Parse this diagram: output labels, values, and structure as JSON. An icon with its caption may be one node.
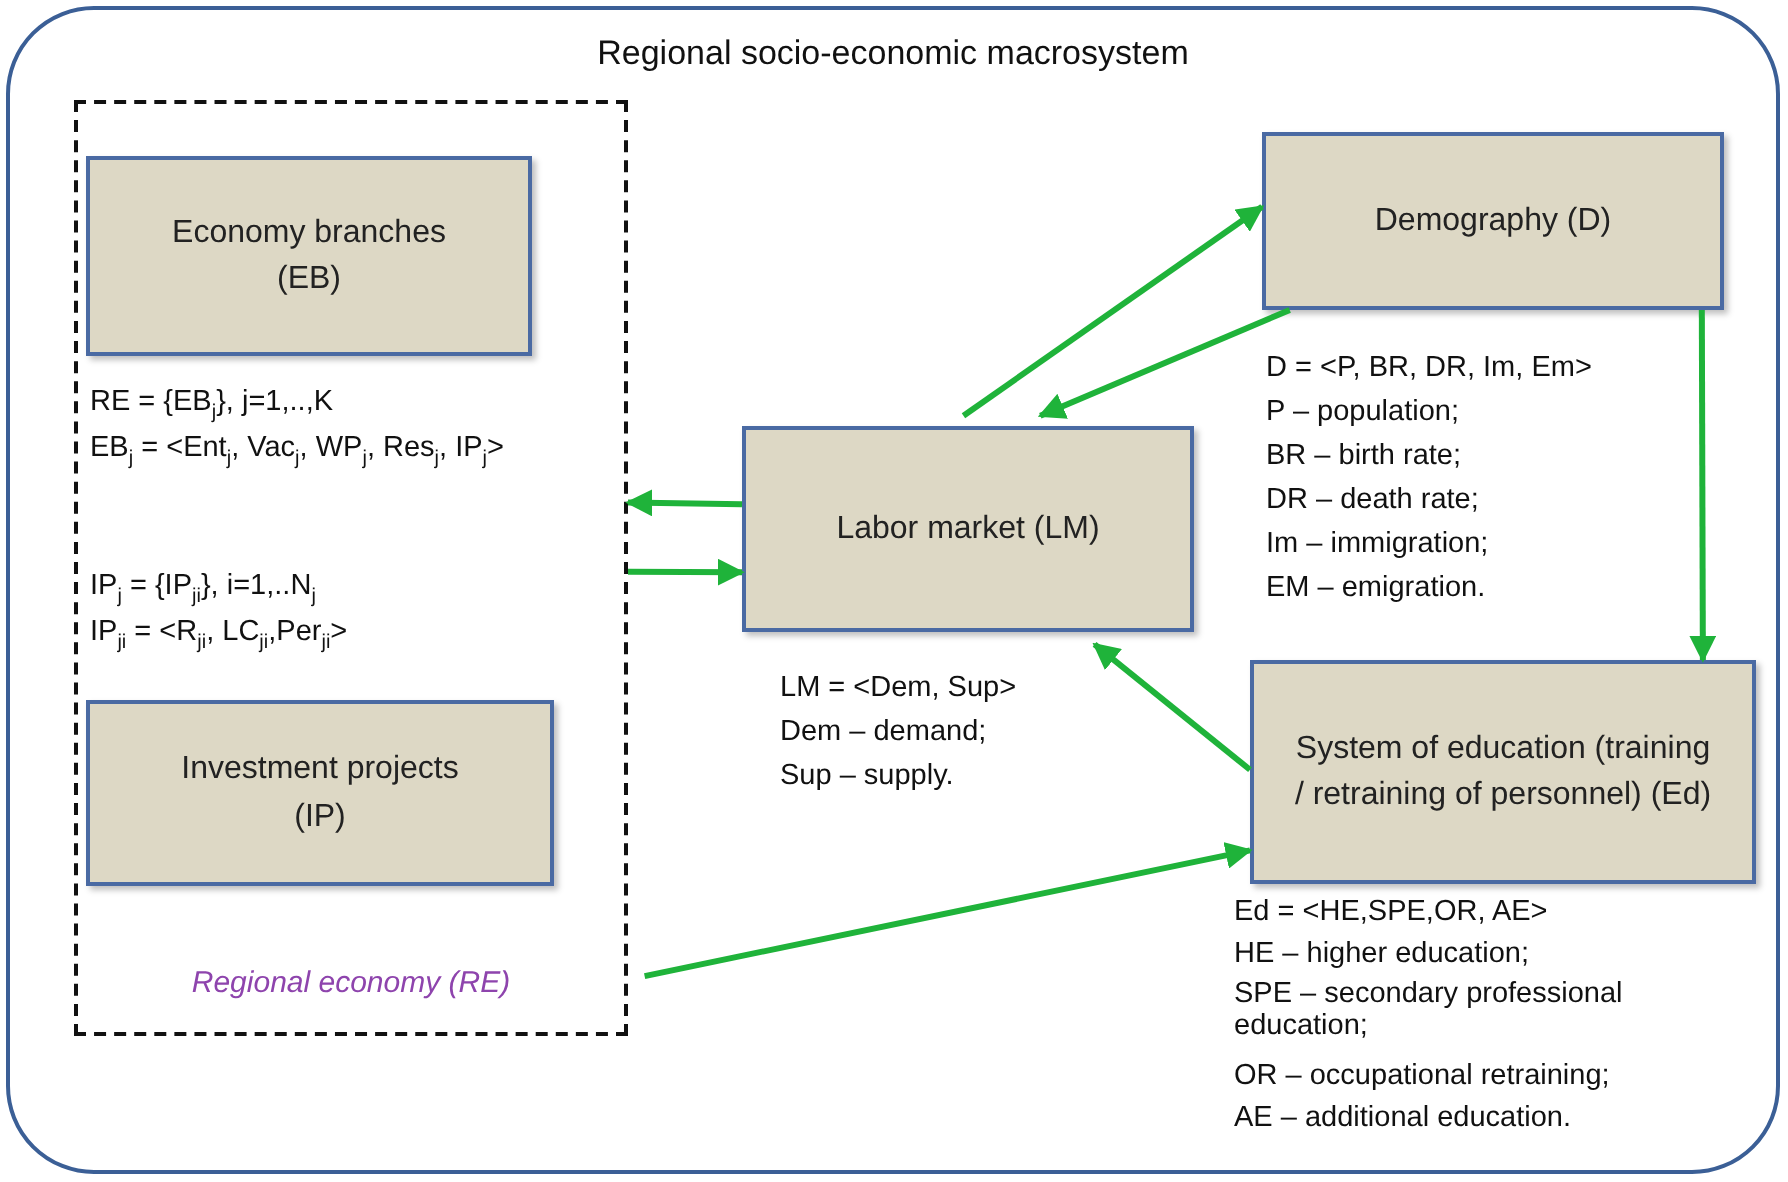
{
  "diagram": {
    "nodes": [
      {
        "text": [
          "Regional socio-economic macrosystem"
        ]
      },
      {
        "text": [
          "Regional economy (RE)"
        ],
        "in": 0
      },
      {
        "text": [
          "Economy branches (EB)"
        ],
        "in": 1,
        "beside": [
          "RE = {EB$_{j}$}, j=1,..,K",
          "EB$_{j}$ = <Ent$_{j}$, Vac$_{j}$, WP$_{j}$, Res$_{j}$, IP$_{j}$>"
        ]
      },
      {
        "text": [
          "Investment projects (IP)"
        ],
        "in": 1,
        "beside": [
          "IP$_{j}$ = {IP$_{ji}$}, i=1,..N$_{j}$",
          "IP$_{ji}$ = <R$_{ji}$, LC$_{ji}$,Per$_{ji}$>"
        ]
      },
      {
        "text": [
          "Demography (D)"
        ],
        "in": 0,
        "beside": [
          "D = <P, BR, DR, Im, Em>",
          "P – population;",
          "BR – birth rate;",
          "DR – death rate;",
          "Im – immigration;",
          "EM – emigration."
        ]
      },
      {
        "text": [
          "Labor market (LM)"
        ],
        "in": 0,
        "beside": [
          "LM = <Dem, Sup>",
          "Dem – demand;",
          "Sup – supply."
        ]
      },
      {
        "text": [
          "System of education (training / retraining of personnel) (Ed)"
        ],
        "in": 0,
        "beside": [
          "Ed = <HE,SPE,OR, AE>",
          "HE – higher education;",
          "SPE – secondary professional education;",
          "OR – occupational retraining;",
          "AE – additional education."
        ]
      }
    ],
    "edges": [
      {
        "from": 5,
        "to": 1,
        "arrow": "to"
      },
      {
        "from": 1,
        "to": 5,
        "arrow": "to"
      },
      {
        "from": 5,
        "to": 4,
        "arrow": "to"
      },
      {
        "from": 4,
        "to": 5,
        "arrow": "to"
      },
      {
        "from": 4,
        "to": 6,
        "arrow": "to"
      },
      {
        "from": 6,
        "to": 5,
        "arrow": "to"
      },
      {
        "from": 1,
        "to": 6,
        "arrow": "to"
      }
    ]
  }
}
